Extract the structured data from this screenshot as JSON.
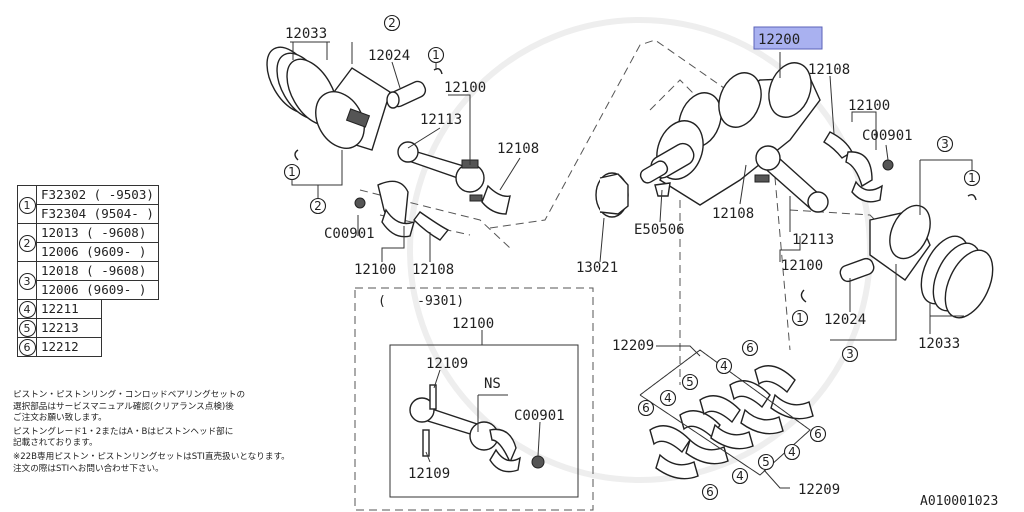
{
  "labels": {
    "p12033_top": "12033",
    "p12024_top": "12024",
    "p12100_top": "12100",
    "p12113_left": "12113",
    "p12108_left": "12108",
    "c00901_left": "C00901",
    "p12100_left": "12100",
    "p12108_left2": "12108",
    "p12200": "12200",
    "p12108_right": "12108",
    "p12100_right": "12100",
    "c00901_right": "C00901",
    "e50506": "E50506",
    "p12108_center": "12108",
    "p13021": "13021",
    "p12113_right": "12113",
    "p12100_right2": "12100",
    "p12024_right": "12024",
    "p12033_right": "12033",
    "p12209_top": "12209",
    "p12209_bottom": "12209",
    "inset_range": "(    -9301)",
    "inset_12100": "12100",
    "inset_12109_a": "12109",
    "inset_ns": "NS",
    "inset_c00901": "C00901",
    "inset_12109_b": "12109"
  },
  "circles": {
    "c1": "1",
    "c2": "2",
    "c3": "3",
    "c4": "4",
    "c5": "5",
    "c6": "6"
  },
  "legend": [
    {
      "num": "1",
      "rows": [
        "F32302 ( -9503)",
        "F32304 (9504- )"
      ]
    },
    {
      "num": "2",
      "rows": [
        "12013 ( -9608)",
        "12006 (9609- )"
      ]
    },
    {
      "num": "3",
      "rows": [
        "12018 ( -9608)",
        "12006 (9609- )"
      ]
    },
    {
      "num": "4",
      "rows": [
        "12211"
      ]
    },
    {
      "num": "5",
      "rows": [
        "12213"
      ]
    },
    {
      "num": "6",
      "rows": [
        "12212"
      ]
    }
  ],
  "notes": [
    "ピストン・ピストンリング・コンロッドベアリングセットの",
    "選択部品はサービスマニュアル確認(クリアランス点検)後",
    "ご注文お願い致します。",
    "ピストングレード1・2またはA・Bはピストンヘッド部に",
    "記載されております。",
    "※22B専用ピストン・ピストンリングセットはSTI直売扱いとなります。",
    "注文の際はSTIへお問い合わせ下さい。"
  ],
  "reference": "A010001023",
  "colors": {
    "highlight": "#a9b1f0",
    "line": "#333333"
  }
}
